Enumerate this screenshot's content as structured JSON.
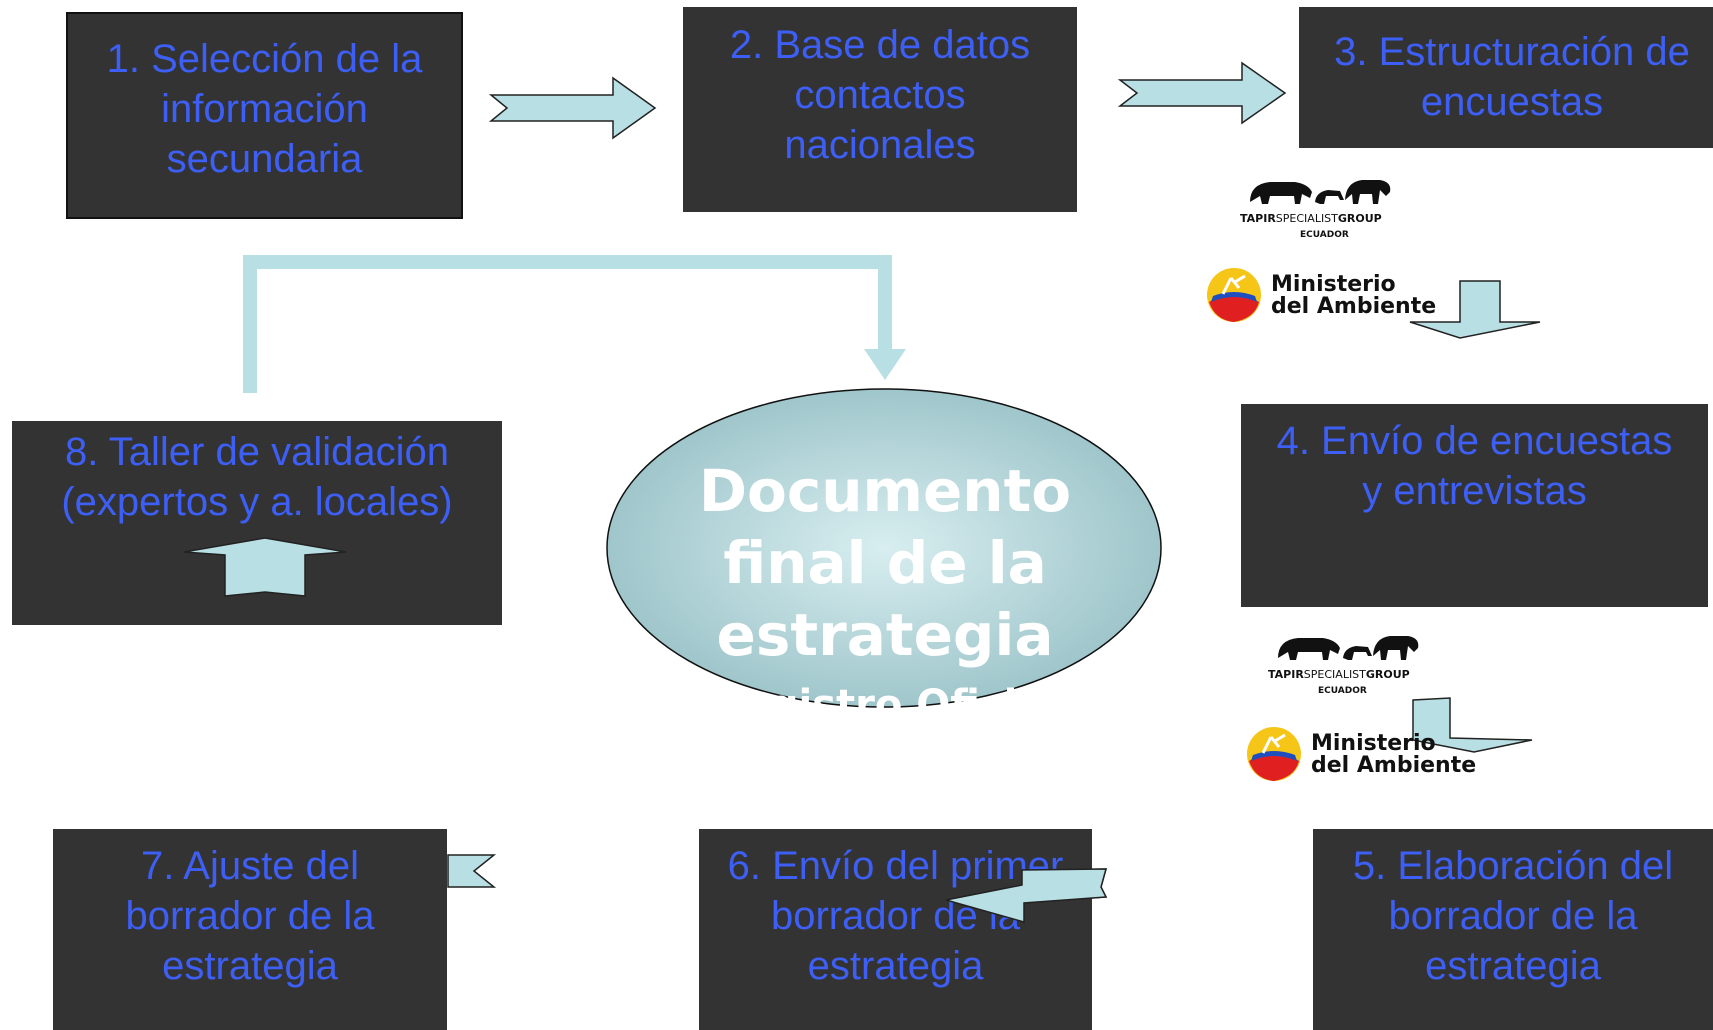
{
  "colors": {
    "box_fill": "#333333",
    "box_text": "#3d5ff5",
    "arrow_fill": "#b8dfe3",
    "ellipse_text": "#ffffff"
  },
  "steps": [
    {
      "lines": [
        "1. Selección de la",
        "información",
        "secundaria"
      ]
    },
    {
      "lines": [
        "2. Base de datos",
        "contactos",
        "nacionales"
      ]
    },
    {
      "lines": [
        "3. Estructuración de",
        "encuestas"
      ]
    },
    {
      "lines": [
        "4. Envío de encuestas",
        "y entrevistas"
      ]
    },
    {
      "lines": [
        "5. Elaboración del",
        "borrador de la",
        "estrategia"
      ]
    },
    {
      "lines": [
        "6. Envío del primer",
        "borrador de la",
        "estrategia"
      ]
    },
    {
      "lines": [
        "7. Ajuste del",
        "borrador de la",
        "estrategia"
      ]
    },
    {
      "lines": [
        "8. Taller de validación",
        "(expertos y a. locales)"
      ]
    }
  ],
  "center": {
    "lines": [
      "Documento",
      "final de la",
      "estrategia"
    ],
    "subtitle": "Registro Oficial"
  },
  "logos": {
    "tapir_brand": "TAPIR",
    "tapir_specialist": "SPECIALIST",
    "tapir_group": "GROUP",
    "tapir_country": "ECUADOR",
    "ministry_line1": "Ministerio",
    "ministry_line2": "del Ambiente"
  }
}
